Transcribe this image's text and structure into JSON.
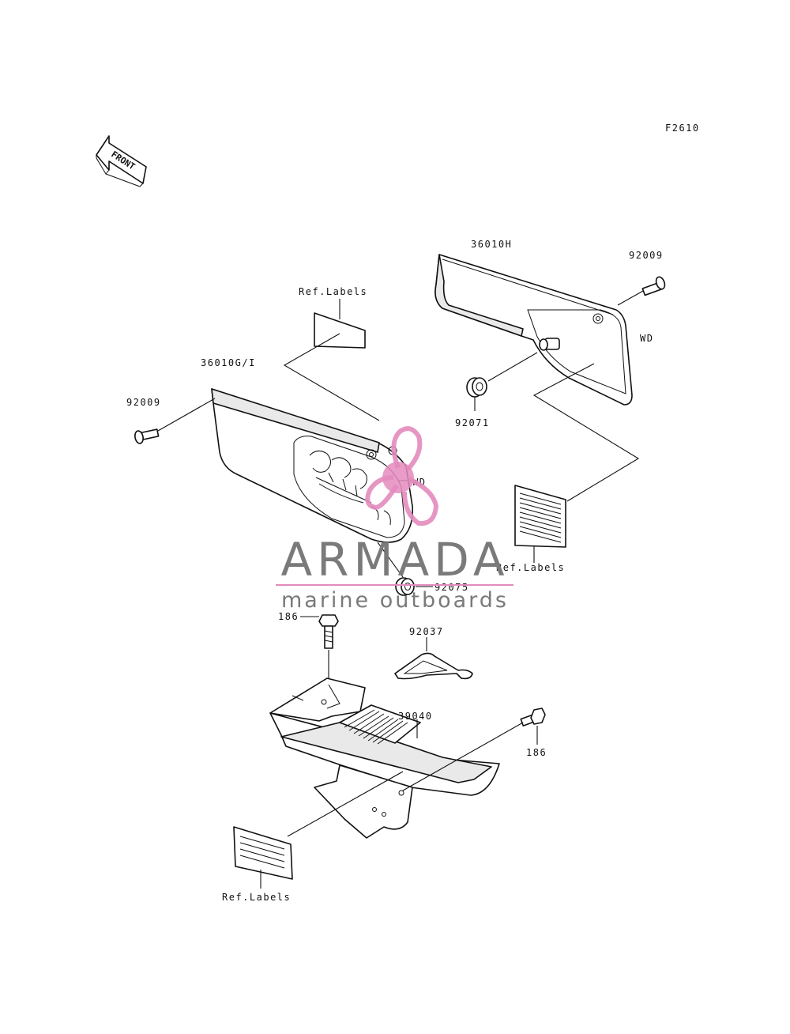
{
  "figure_code": "F2610",
  "front_arrow": {
    "text": "FRONT",
    "icon": "front-arrow-icon"
  },
  "parts": [
    {
      "id": "p-36010H",
      "number": "36010H"
    },
    {
      "id": "p-92009-right",
      "number": "92009"
    },
    {
      "id": "p-wd-right",
      "number": "WD"
    },
    {
      "id": "p-92071",
      "number": "92071"
    },
    {
      "id": "p-ref-labels-top",
      "number": "Ref.Labels"
    },
    {
      "id": "p-36010G",
      "number": "36010G/I"
    },
    {
      "id": "p-92009-left",
      "number": "92009"
    },
    {
      "id": "p-wd-left",
      "number": "WD"
    },
    {
      "id": "p-ref-labels-right",
      "number": "Ref.Labels"
    },
    {
      "id": "p-92075",
      "number": "92075"
    },
    {
      "id": "p-186-top",
      "number": "186"
    },
    {
      "id": "p-92037",
      "number": "92037"
    },
    {
      "id": "p-39040",
      "number": "39040"
    },
    {
      "id": "p-186-right",
      "number": "186"
    },
    {
      "id": "p-ref-labels-bottom",
      "number": "Ref.Labels"
    }
  ],
  "watermark": {
    "brand": "ARMADA",
    "tagline": "marine outboards",
    "brand_color": "#7a7a7a",
    "accent_color": "#e48bbd"
  },
  "colors": {
    "line": "#111111",
    "background": "#ffffff"
  }
}
